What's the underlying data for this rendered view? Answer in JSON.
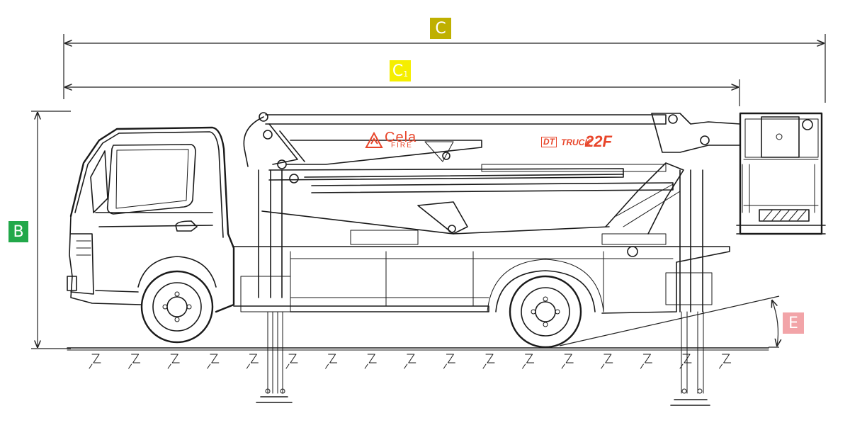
{
  "labels": {
    "c": "C",
    "c1_main": "C",
    "c1_sub": "1",
    "b": "B",
    "e": "E"
  },
  "badge_colors": {
    "c": "#bfb000",
    "c1": "#f5ee00",
    "b": "#22a84a",
    "e": "#f2a4a8"
  },
  "label_text_colors": {
    "c": "#ffffff",
    "c1": "#ffffff",
    "b": "#ffffff",
    "e": "#ffffff"
  },
  "branding": {
    "cela": "Cela",
    "fire": "FIRE",
    "dt": "DT",
    "truck": "TRUCK",
    "model": "22F",
    "color": "#e8452a"
  },
  "icons": {
    "cela_logo": "triangle-flame-icon"
  }
}
